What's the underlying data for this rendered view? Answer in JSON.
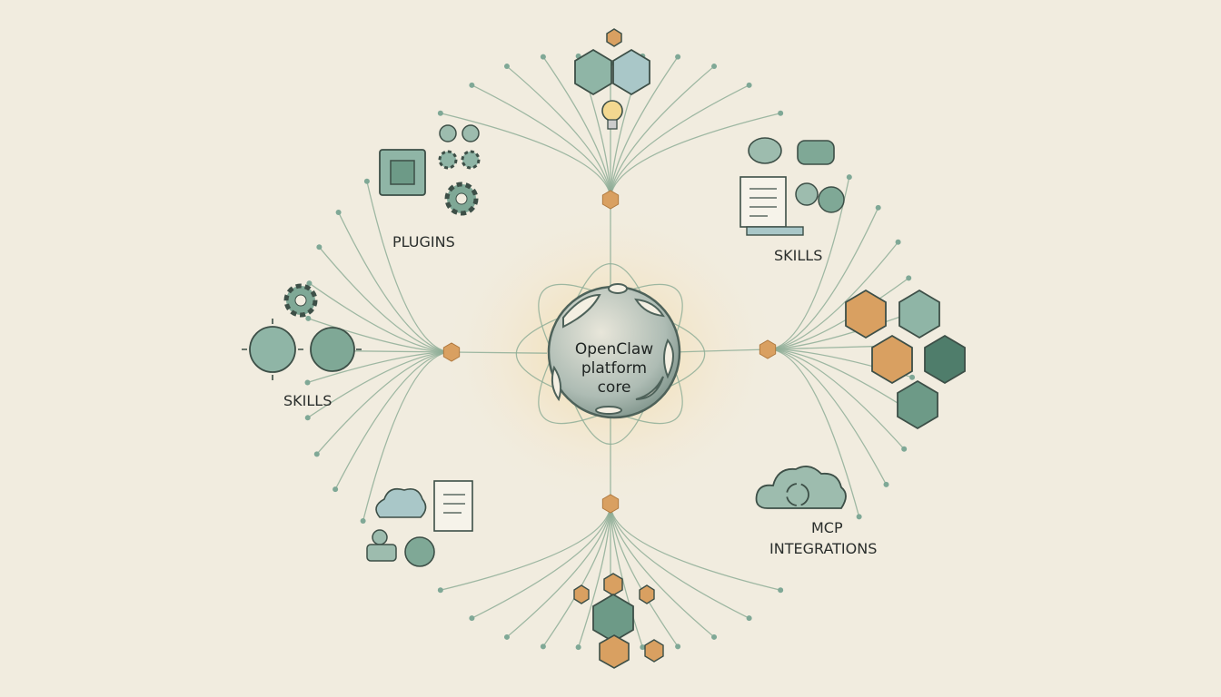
{
  "core": {
    "line1": "OpenClaw",
    "line2": "platform",
    "line3": "core"
  },
  "labels": {
    "plugins": "PLUGINS",
    "skills_top_right": "SKILLS",
    "skills_left": "SKILLS",
    "mcp_line1": "MCP",
    "mcp_line2": "INTEGRATIONS"
  },
  "colors": {
    "background": "#f1ecdf",
    "green": "#7fa896",
    "orange": "#d9a061",
    "line": "#8fae98",
    "ink": "#3d4f47"
  }
}
